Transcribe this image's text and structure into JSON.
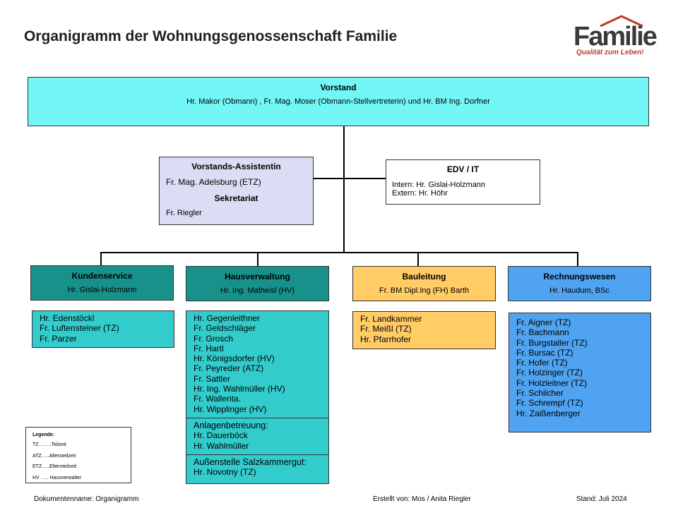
{
  "title": "Organigramm der Wohnungsgenossenschaft Familie",
  "logo": {
    "word": "Familie",
    "tagline": "Qualität zum Leben!"
  },
  "vorstand": {
    "heading": "Vorstand",
    "members": "Hr. Makor (Obmann) , Fr. Mag. Moser (Obmann-Stellvertreterin) und Hr. BM Ing. Dorfner"
  },
  "assistenz": {
    "heading": "Vorstands-Assistentin",
    "name": "Fr. Mag. Adelsburg (ETZ)",
    "sekretariat_heading": "Sekretariat",
    "sekretariat_name": "Fr. Riegler"
  },
  "edv": {
    "heading": "EDV / IT",
    "intern": "Intern:  Hr. Gislai-Holzmann",
    "extern": "Extern: Hr. Höhr"
  },
  "departments": [
    {
      "name": "Kundenservice",
      "head": "Hr. Gislai-Holzmann",
      "staff": [
        "Hr. Edenstöckl",
        "Fr. Luftensteiner (TZ)",
        "Fr. Parzer"
      ]
    },
    {
      "name": "Hausverwaltung",
      "head": "Hr. Ing. Matheisl (HV)",
      "staff": [
        "Hr. Gegenleithner",
        "Fr. Geldschläger",
        "Fr. Grosch",
        "Fr. Hartl",
        "Hr. Königsdorfer (HV)",
        "Fr. Peyreder (ATZ)",
        "Fr. Sattler",
        "Hr. Ing. Wahlmüller (HV)",
        "Fr. Wallenta.",
        "Hr. Wipplinger (HV)"
      ],
      "anlagen_heading": "Anlagenbetreuung:",
      "anlagen": [
        "Hr. Dauerböck",
        "Hr. Wahlmüller"
      ],
      "aussen_heading": "Außenstelle Salzkammergut:",
      "aussen": [
        "Hr. Novotny (TZ)"
      ]
    },
    {
      "name": "Bauleitung",
      "head": "Fr. BM Dipl.Ing (FH) Barth",
      "staff": [
        "Fr. Landkammer",
        "Fr. Meißl (TZ)",
        "Hr. Pfarrhofer"
      ]
    },
    {
      "name": "Rechnungswesen",
      "head": "Hr. Haudum, BSc",
      "staff": [
        "Fr. Aigner (TZ)",
        "Fr. Bachmann",
        "Fr. Burgstaller (TZ)",
        "Fr. Bursac (TZ)",
        "Fr. Hofer (TZ)",
        "Fr. Holzinger (TZ)",
        "Fr. Holzleitner (TZ)",
        "Fr. Schilcher",
        "Fr. Schrempf (TZ)",
        "Hr. Zaißenberger"
      ]
    }
  ],
  "legend": {
    "heading": "Legende:",
    "entries": [
      "TZ……..Teilzeit",
      "ATZ…..Altersteilzeit",
      "ETZ…..Elternteilzeit",
      "HV ….. Hausverwalter"
    ]
  },
  "footer": {
    "document": "Dokumentenname:   Organigramm",
    "created": "Erstellt von: Mos / Anita Riegler",
    "date": "Stand: Juli 2024"
  },
  "colors": {
    "vorstand": "#73f6f6",
    "assistenz": "#dcdcf4",
    "kundenservice": "#17918a",
    "hausverwaltung": "#17918a",
    "teal_staff": "#33cccc",
    "bauleitung": "#ffcc66",
    "rechnungswesen": "#4fa3f1",
    "logo_red": "#c0392b"
  }
}
